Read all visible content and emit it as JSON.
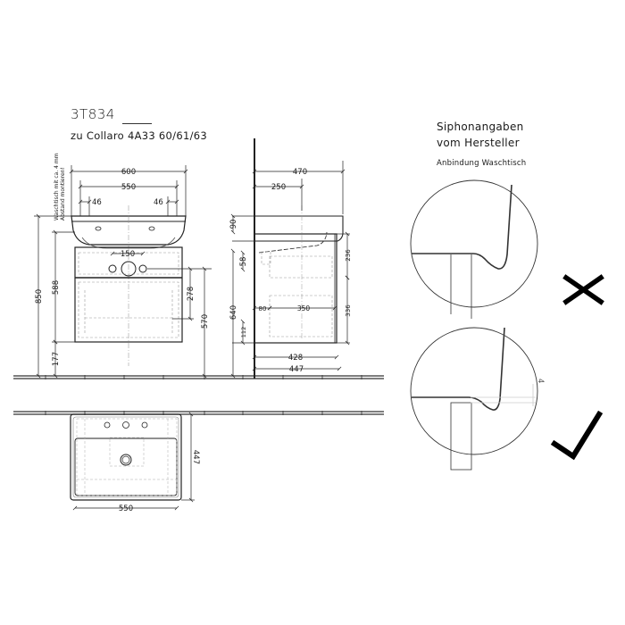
{
  "product": {
    "code": "3T834",
    "compatibility": "zu Collaro 4A33 60/61/63",
    "mounting_note_line1": "Waschtisch mit ca. 4 mm",
    "mounting_note_line2": "Abstand montieren!"
  },
  "front_view": {
    "dims": {
      "width_total": "600",
      "width_inner": "550",
      "inset_left": "46",
      "inset_right": "46",
      "height_total": "850",
      "height_cabinet": "588",
      "height_floor": "177",
      "siphon_spacing": "150",
      "drain_to_drawer": "278",
      "drain_height": "570"
    }
  },
  "side_view": {
    "dims": {
      "depth_top": "470",
      "drain_offset": "250",
      "basin_thickness": "90",
      "upper_offset": "58",
      "upper_drawer": "236",
      "lower_drawer": "336",
      "drawer_inset": "80",
      "drawer_depth": "350",
      "total_height": "640",
      "plinth": "112",
      "cabinet_depth": "428",
      "overall_depth": "447"
    }
  },
  "plan_view": {
    "dims": {
      "width": "550",
      "depth": "447"
    }
  },
  "siphon_info": {
    "title_line1": "Siphonangaben",
    "title_line2": "vom Hersteller",
    "subtitle": "Anbindung Waschtisch",
    "wrong_icon": "cross-icon",
    "right_icon": "check-icon",
    "gap_dim": "4"
  },
  "colors": {
    "line": "#2a2a2a",
    "hidden": "#9a9a9a",
    "background": "#ffffff"
  }
}
